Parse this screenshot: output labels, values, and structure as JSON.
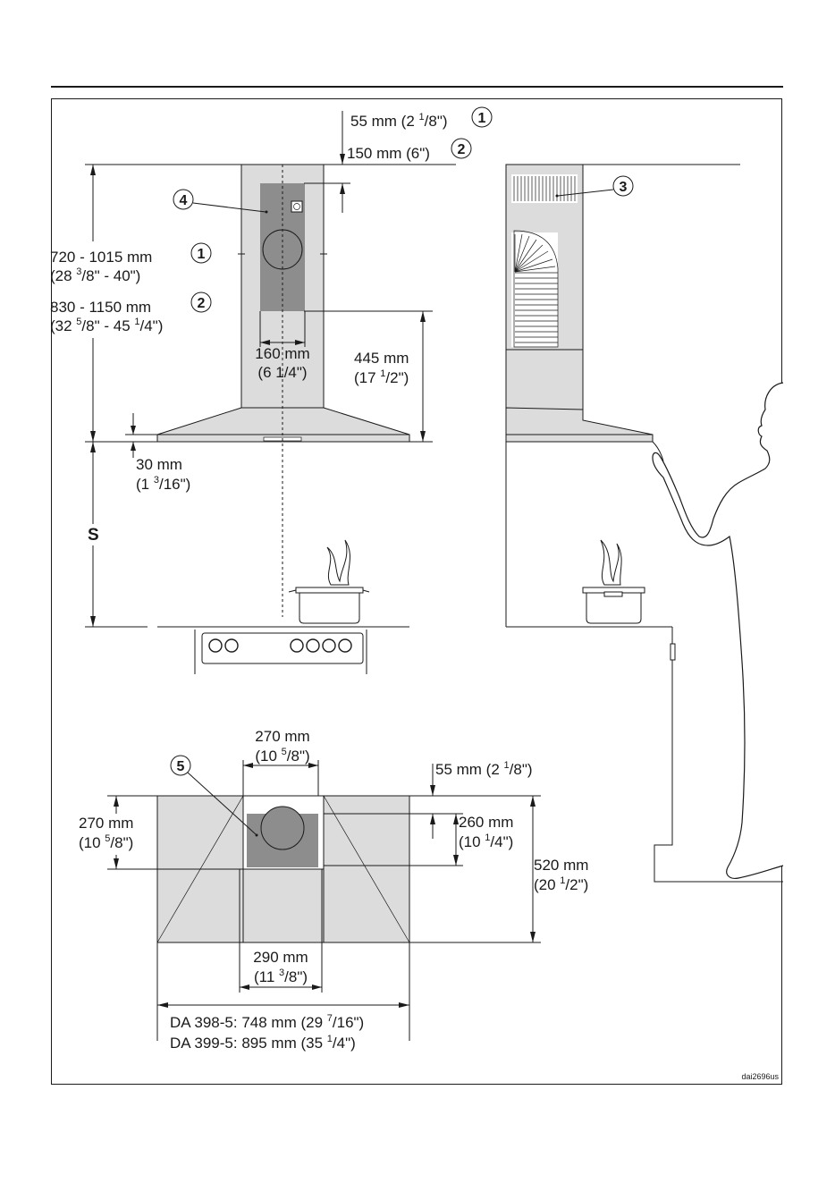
{
  "labels": {
    "dim_55_a": {
      "pre": "55 mm (2 ",
      "sup": "1",
      "post": "/8\")",
      "callout": "1"
    },
    "dim_150": {
      "text": "150 mm (6\")",
      "callout": "2"
    },
    "dim_720_line1": "720 - 1015 mm",
    "dim_720_line1_callout": "1",
    "dim_720_line2": {
      "pre": "(28 ",
      "sup": "3",
      "post": "/8\" - 40\")"
    },
    "dim_830_line1": "830 - 1150 mm",
    "dim_830_line1_callout": "2",
    "dim_830_line2": {
      "pre": "(32 ",
      "sup": "5",
      "mid": "/8\" - 45 ",
      "sup2": "1",
      "post": "/4\")"
    },
    "dim_160_line1": "160 mm",
    "dim_160_line2": "(6 1/4\")",
    "dim_445_line1": "445 mm",
    "dim_445_line2": {
      "pre": "(17 ",
      "sup": "1",
      "post": "/2\")"
    },
    "dim_30_line1": "30 mm",
    "dim_30_line2": {
      "pre": "(1 ",
      "sup": "3",
      "post": "/16\")"
    },
    "s_label": "S",
    "callout_3": "3",
    "callout_4": "4",
    "callout_5": "5",
    "dim_270_top_line1": "270 mm",
    "dim_270_top_line2": {
      "pre": "(10 ",
      "sup": "5",
      "post": "/8\")"
    },
    "dim_55_b": {
      "pre": "55 mm (2 ",
      "sup": "1",
      "post": "/8\")"
    },
    "dim_270_left_line1": "270 mm",
    "dim_270_left_line2": {
      "pre": "(10 ",
      "sup": "5",
      "post": "/8\")"
    },
    "dim_260_line1": "260 mm",
    "dim_260_line2": {
      "pre": "(10 ",
      "sup": "1",
      "post": "/4\")"
    },
    "dim_520_line1": "520 mm",
    "dim_520_line2": {
      "pre": "(20 ",
      "sup": "1",
      "post": "/2\")"
    },
    "dim_290_line1": "290 mm",
    "dim_290_line2": {
      "pre": "(11 ",
      "sup": "3",
      "post": "/8\")"
    },
    "model_398": {
      "pre": "DA 398-5: 748 mm (29 ",
      "sup": "7",
      "post": "/16\")"
    },
    "model_399": {
      "pre": "DA 399-5: 895 mm (35 ",
      "sup": "1",
      "post": "/4\")"
    },
    "figure_code": "dai2696us"
  }
}
